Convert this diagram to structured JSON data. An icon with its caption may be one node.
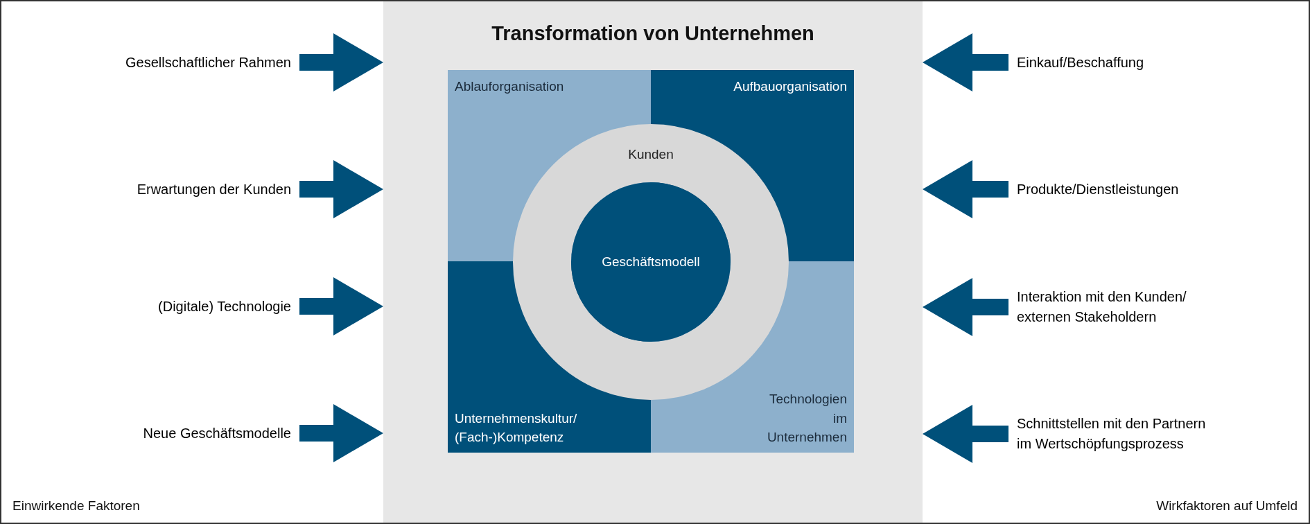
{
  "diagram": {
    "nodes": [
      {
        "text": [
          "Einwirkende Faktoren"
        ]
      },
      {
        "text": [
          "Transformation von Unternehmen"
        ]
      },
      {
        "text": [
          "Wirkfaktoren auf Umfeld"
        ]
      },
      {
        "text": [
          "Gesellschaftlicher Rahmen"
        ],
        "in": 0
      },
      {
        "text": [
          "Erwartungen der Kunden"
        ],
        "in": 0
      },
      {
        "text": [
          "(Digitale) Technologie"
        ],
        "in": 0
      },
      {
        "text": [
          "Neue Geschäftsmodelle"
        ],
        "in": 0
      },
      {
        "text": [
          "Einkauf/Beschaffung"
        ],
        "in": 2
      },
      {
        "text": [
          "Produkte/Dienstleistungen"
        ],
        "in": 2
      },
      {
        "text": [
          "Interaktion mit den Kunden/ externen Stakeholdern"
        ],
        "in": 2
      },
      {
        "text": [
          "Schnittstellen mit den Partnern im Wertschöpfungsprozess"
        ],
        "in": 2
      },
      {
        "text": [
          "Ablauforganisation"
        ],
        "in": 1
      },
      {
        "text": [
          "Aufbauorganisation"
        ],
        "in": 1
      },
      {
        "text": [
          "Unternehmenskultur/ (Fach-)Kompetenz"
        ],
        "in": 1
      },
      {
        "text": [
          "Technologien im Unternehmen"
        ],
        "in": 1
      },
      {
        "text": [
          "Kunden"
        ],
        "in": 1
      },
      {
        "text": [
          "Geschäftsmodell"
        ],
        "in": 15
      }
    ],
    "edges": [
      {
        "from": 3,
        "to": 1,
        "arrow": "to"
      },
      {
        "from": 4,
        "to": 1,
        "arrow": "to"
      },
      {
        "from": 5,
        "to": 1,
        "arrow": "to"
      },
      {
        "from": 6,
        "to": 1,
        "arrow": "to"
      },
      {
        "from": 7,
        "to": 1,
        "arrow": "to"
      },
      {
        "from": 8,
        "to": 1,
        "arrow": "to"
      },
      {
        "from": 9,
        "to": 1,
        "arrow": "to"
      },
      {
        "from": 10,
        "to": 1,
        "arrow": "to"
      }
    ]
  }
}
